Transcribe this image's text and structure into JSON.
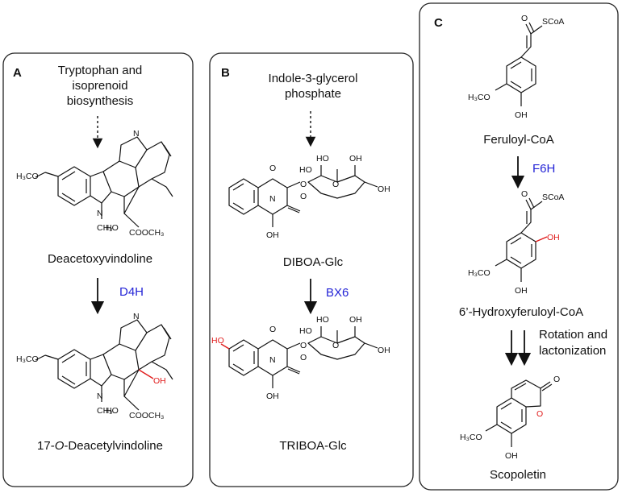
{
  "colors": {
    "enzyme": "#2323d6",
    "highlight": "#e01a1a",
    "frame": "#222222"
  },
  "panels": [
    {
      "letter": "A",
      "precursor_line1": "Tryptophan and",
      "precursor_line2": "isoprenoid",
      "precursor_line3": "biosynthesis",
      "substrate": "Deacetoxyvindoline",
      "enzyme": "D4H",
      "product_pre": "17-",
      "product_italic": "O",
      "product_post": "-Deacetylvindoline"
    },
    {
      "letter": "B",
      "precursor_line1": "Indole-3-glycerol",
      "precursor_line2": "phosphate",
      "substrate": "DIBOA-Glc",
      "enzyme": "BX6",
      "product": "TRIBOA-Glc"
    },
    {
      "letter": "C",
      "substrate": "Feruloyl-CoA",
      "enzyme": "F6H",
      "intermediate": "6’-Hydroxyferuloyl-CoA",
      "step_line1": "Rotation and",
      "step_line2": "lactonization",
      "product": "Scopoletin"
    }
  ],
  "atoms": {
    "h3co": "H₃CO",
    "n": "N",
    "ch3": "CH₃",
    "ho": "HO",
    "cooch3": "COOCH₃",
    "oh": "OH",
    "o": "O",
    "sco_a": "SCoA"
  }
}
